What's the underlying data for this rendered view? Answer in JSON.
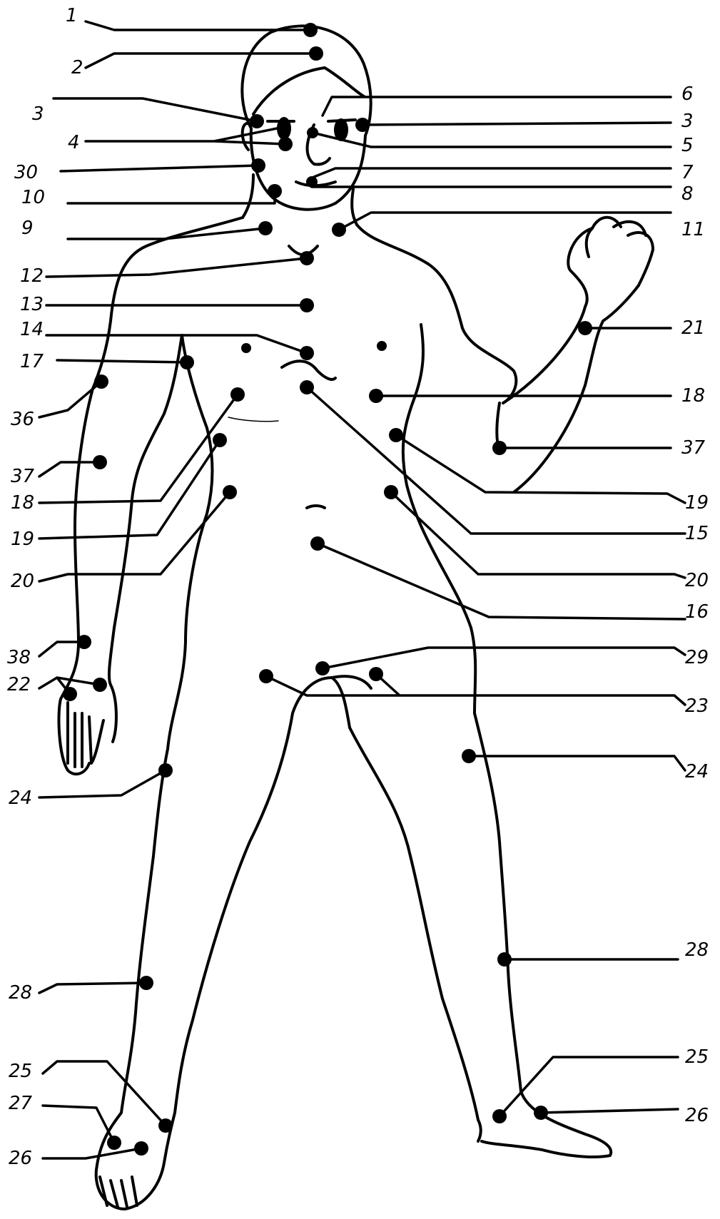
{
  "figure": {
    "kind": "acupressure-points-front-view",
    "ink_color": "#000000",
    "background_color": "#ffffff"
  },
  "labels": [
    {
      "id": "l-1",
      "text": "1"
    },
    {
      "id": "l-2",
      "text": "2"
    },
    {
      "id": "l-3-left",
      "text": "3"
    },
    {
      "id": "l-4",
      "text": "4"
    },
    {
      "id": "l-30",
      "text": "30"
    },
    {
      "id": "l-10",
      "text": "10"
    },
    {
      "id": "l-9",
      "text": "9"
    },
    {
      "id": "l-12",
      "text": "12"
    },
    {
      "id": "l-13",
      "text": "13"
    },
    {
      "id": "l-14",
      "text": "14"
    },
    {
      "id": "l-17",
      "text": "17"
    },
    {
      "id": "l-36",
      "text": "36"
    },
    {
      "id": "l-37-left",
      "text": "37"
    },
    {
      "id": "l-18-left",
      "text": "18"
    },
    {
      "id": "l-19-left",
      "text": "19"
    },
    {
      "id": "l-20-left",
      "text": "20"
    },
    {
      "id": "l-38",
      "text": "38"
    },
    {
      "id": "l-22",
      "text": "22"
    },
    {
      "id": "l-24-left",
      "text": "24"
    },
    {
      "id": "l-28-left",
      "text": "28"
    },
    {
      "id": "l-25-left",
      "text": "25"
    },
    {
      "id": "l-27",
      "text": "27"
    },
    {
      "id": "l-26-left",
      "text": "26"
    },
    {
      "id": "l-6",
      "text": "6"
    },
    {
      "id": "l-3-right",
      "text": "3"
    },
    {
      "id": "l-5",
      "text": "5"
    },
    {
      "id": "l-7",
      "text": "7"
    },
    {
      "id": "l-8",
      "text": "8"
    },
    {
      "id": "l-11",
      "text": "11"
    },
    {
      "id": "l-21",
      "text": "21"
    },
    {
      "id": "l-18-right",
      "text": "18"
    },
    {
      "id": "l-37-right",
      "text": "37"
    },
    {
      "id": "l-19-right",
      "text": "19"
    },
    {
      "id": "l-15",
      "text": "15"
    },
    {
      "id": "l-20-right",
      "text": "20"
    },
    {
      "id": "l-16",
      "text": "16"
    },
    {
      "id": "l-29",
      "text": "29"
    },
    {
      "id": "l-23",
      "text": "23"
    },
    {
      "id": "l-24-right",
      "text": "24"
    },
    {
      "id": "l-28-right",
      "text": "28"
    },
    {
      "id": "l-25-right",
      "text": "25"
    },
    {
      "id": "l-26-right",
      "text": "26"
    }
  ]
}
